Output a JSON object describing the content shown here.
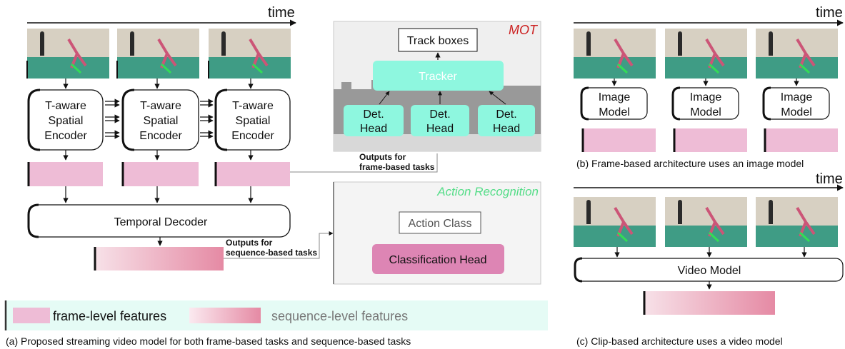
{
  "panel_a": {
    "time_label": "time",
    "encoder_label_lines": [
      "T-aware",
      "Spatial",
      "Encoder"
    ],
    "decoder_label": "Temporal Decoder",
    "outputs_frame_lines": [
      "Outputs for",
      "frame-based tasks"
    ],
    "outputs_sequence_lines": [
      "Outputs for",
      "sequence-based tasks"
    ],
    "mot": {
      "title": "MOT",
      "track_boxes": "Track boxes",
      "tracker": "Tracker",
      "det_head_lines": [
        "Det.",
        "Head"
      ]
    },
    "action": {
      "title": "Action Recognition",
      "action_class": "Action Class",
      "classification_head": "Classification Head"
    },
    "legend": {
      "frame_level": "frame-level features",
      "sequence_level": "sequence-level features"
    },
    "caption": "(a) Proposed streaming video model for both frame-based tasks and sequence-based tasks"
  },
  "panel_b": {
    "time_label": "time",
    "image_model_lines": [
      "Image",
      "Model"
    ],
    "caption": "(b)  Frame-based architecture uses an image model"
  },
  "panel_c": {
    "time_label": "time",
    "video_model": "Video Model",
    "caption": "(c) Clip-based architecture uses a video model"
  },
  "colors": {
    "frame_feature": "#eebcd6",
    "sequence_start": "#f7e1e8",
    "sequence_end": "#e58aa4",
    "mot_box": "#8ef7df",
    "classification_head": "#dd85b4",
    "legend_bg": "#e5fbf5",
    "mot_title": "#cc2222",
    "action_title": "#55dd88"
  }
}
